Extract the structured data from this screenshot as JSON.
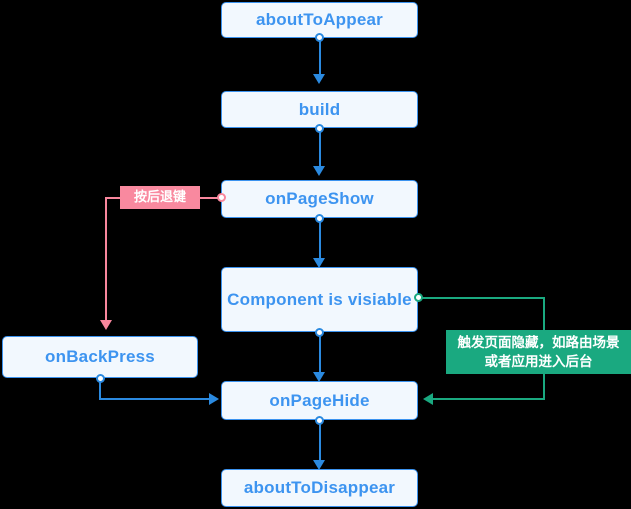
{
  "diagram": {
    "title": "Page lifecycle flow",
    "colors": {
      "node_fill": "#f2f8fe",
      "node_border": "#3c93ef",
      "node_text": "#3d94f0",
      "edge_blue": "#2b8ae0",
      "edge_pink": "#f8879d",
      "chip_pink": "#f9899f",
      "edge_green": "#1aa980",
      "chip_green": "#1aa980",
      "background": "#000000"
    },
    "nodes": [
      {
        "id": "aboutToAppear",
        "label": "aboutToAppear"
      },
      {
        "id": "build",
        "label": "build"
      },
      {
        "id": "onPageShow",
        "label": "onPageShow"
      },
      {
        "id": "componentVisible",
        "label": "Component is visiable"
      },
      {
        "id": "onBackPress",
        "label": "onBackPress"
      },
      {
        "id": "onPageHide",
        "label": "onPageHide"
      },
      {
        "id": "aboutToDisappear",
        "label": "aboutToDisappear"
      }
    ],
    "labels": {
      "back_key": "按后退键",
      "page_hidden_line1": "触发页面隐藏，如路由场景",
      "page_hidden_line2": "或者应用进入后台"
    },
    "edges": [
      {
        "from": "aboutToAppear",
        "to": "build",
        "color": "#2b8ae0",
        "label": ""
      },
      {
        "from": "build",
        "to": "onPageShow",
        "color": "#2b8ae0",
        "label": ""
      },
      {
        "from": "onPageShow",
        "to": "componentVisible",
        "color": "#2b8ae0",
        "label": ""
      },
      {
        "from": "onPageShow",
        "to": "onBackPress",
        "color": "#f8879d",
        "label": "按后退键"
      },
      {
        "from": "componentVisible",
        "to": "onPageHide",
        "color": "#2b8ae0",
        "label": ""
      },
      {
        "from": "componentVisible",
        "to": "onPageHide",
        "color": "#1aa980",
        "label": "触发页面隐藏，如路由场景或者应用进入后台"
      },
      {
        "from": "onBackPress",
        "to": "onPageHide",
        "color": "#2b8ae0",
        "label": ""
      },
      {
        "from": "onPageHide",
        "to": "aboutToDisappear",
        "color": "#2b8ae0",
        "label": ""
      }
    ]
  }
}
